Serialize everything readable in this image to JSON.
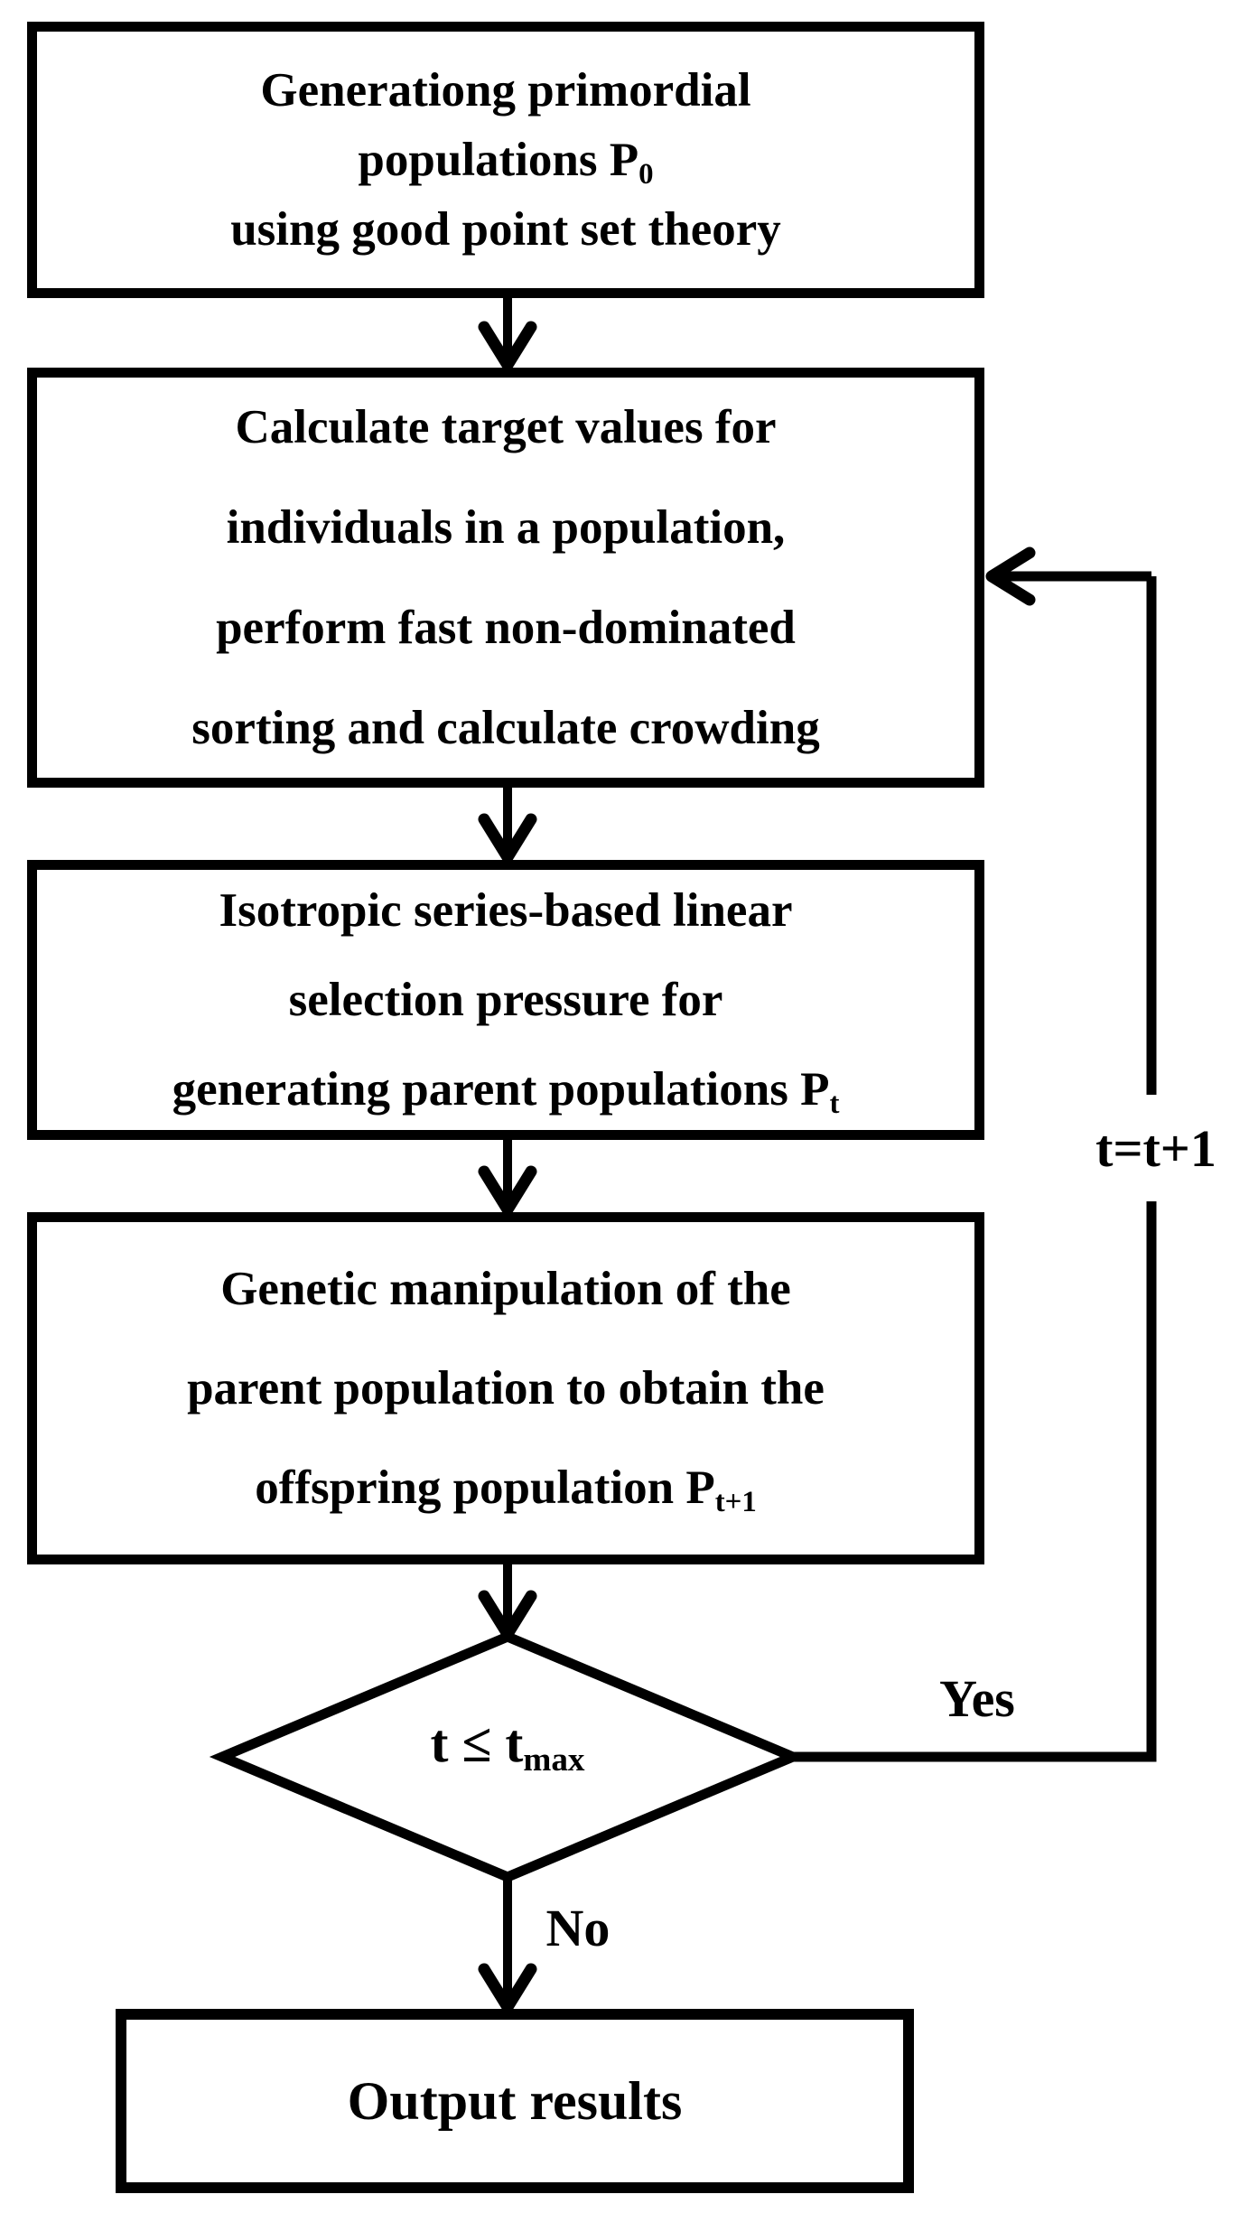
{
  "flowchart": {
    "nodes": {
      "box1": {
        "line1": "Generationg primordial",
        "line2_text": "populations P",
        "line2_sub": "0",
        "line3": "using good point set theory"
      },
      "box2": {
        "line1": "Calculate target values for",
        "line2": "individuals in a population,",
        "line3": "perform fast non-dominated",
        "line4": "sorting and calculate crowding"
      },
      "box3": {
        "line1": "Isotropic series-based linear",
        "line2": "selection pressure for",
        "line3_text": "generating parent populations P",
        "line3_sub": "t"
      },
      "box4": {
        "line1": "Genetic manipulation of the",
        "line2": "parent population to obtain the",
        "line3_text": "offspring population P",
        "line3_sub": "t+1"
      },
      "decision": {
        "text": "t ≤ t",
        "sub": "max"
      },
      "output": {
        "text": "Output results"
      }
    },
    "labels": {
      "yes": "Yes",
      "no": "No",
      "increment": "t=t+1"
    },
    "colors": {
      "line": "#000000",
      "background": "#ffffff",
      "node_fill": "#ffffff"
    }
  }
}
